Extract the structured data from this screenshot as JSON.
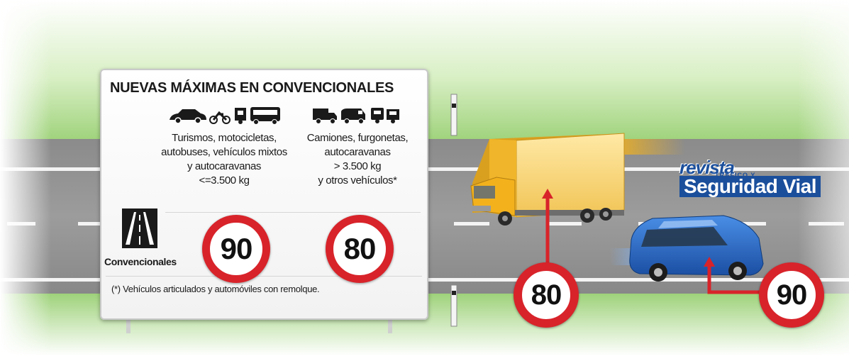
{
  "board": {
    "title": "NUEVAS MÁXIMAS EN CONVENCIONALES",
    "group_a": {
      "lines": [
        "Turismos, motocicletas,",
        "autobuses, vehículos mixtos",
        "y autocaravanas",
        "<=3.500 kg"
      ],
      "icons": [
        "car-icon",
        "motorcycle-icon",
        "trailer-icon",
        "bus-icon"
      ],
      "speed": "90"
    },
    "group_b": {
      "lines": [
        "Camiones, furgonetas,",
        "autocaravanas",
        "> 3.500 kg",
        "y otros vehículos*"
      ],
      "icons": [
        "truck-icon",
        "van-icon",
        "caravan-icon",
        "trailer-icon"
      ],
      "speed": "80"
    },
    "road_type_label": "Convencionales",
    "footnote": "(*) Vehículos articulados y automóviles con remolque."
  },
  "road_signs": {
    "truck_speed": "80",
    "car_speed": "90"
  },
  "brand": {
    "line1": "revista",
    "line2": "TRÁFICO Y",
    "line3": "Seguridad Vial"
  },
  "colors": {
    "sign_red": "#d8232a",
    "truck_cab": "#f3b21c",
    "car_blue": "#1f5fb8",
    "brand_blue": "#1b4f9c"
  }
}
